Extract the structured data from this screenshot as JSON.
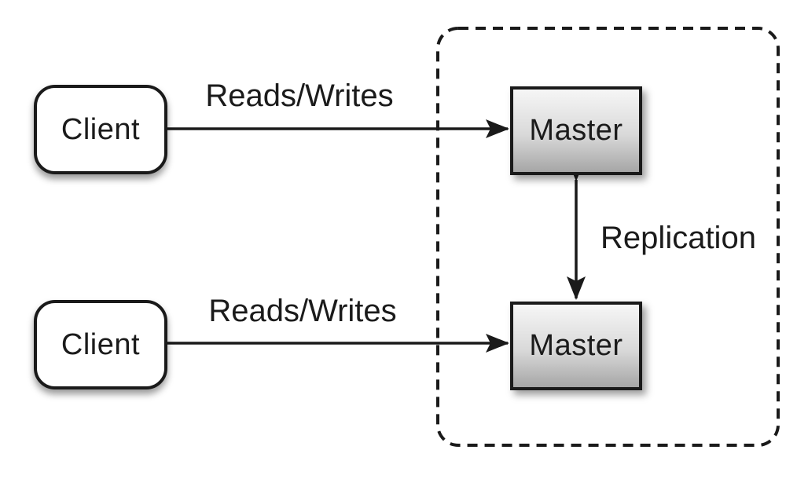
{
  "diagram": {
    "title": "master-master-replication",
    "nodes": {
      "client_top": {
        "label": "Client"
      },
      "client_bottom": {
        "label": "Client"
      },
      "master_top": {
        "label": "Master"
      },
      "master_bottom": {
        "label": "Master"
      }
    },
    "edges": {
      "reads_writes_top": {
        "label": "Reads/Writes",
        "from": "client_top",
        "to": "master_top",
        "direction": "right"
      },
      "reads_writes_bottom": {
        "label": "Reads/Writes",
        "from": "client_bottom",
        "to": "master_bottom",
        "direction": "right"
      },
      "replication": {
        "label": "Replication",
        "from": "master_top",
        "to": "master_bottom",
        "direction": "both"
      }
    },
    "groups": {
      "replication_zone": {
        "style": "dashed-rounded-rect",
        "contains": [
          "master_top",
          "master_bottom"
        ]
      }
    },
    "colors": {
      "stroke": "#1a1a1a",
      "text": "#1b1b1b",
      "node_fill": "#ffffff",
      "master_gradient_top": "#f6f6f6",
      "master_gradient_mid": "#d9d9d9",
      "master_gradient_bottom": "#a6a6a6",
      "background": "#ffffff"
    }
  }
}
